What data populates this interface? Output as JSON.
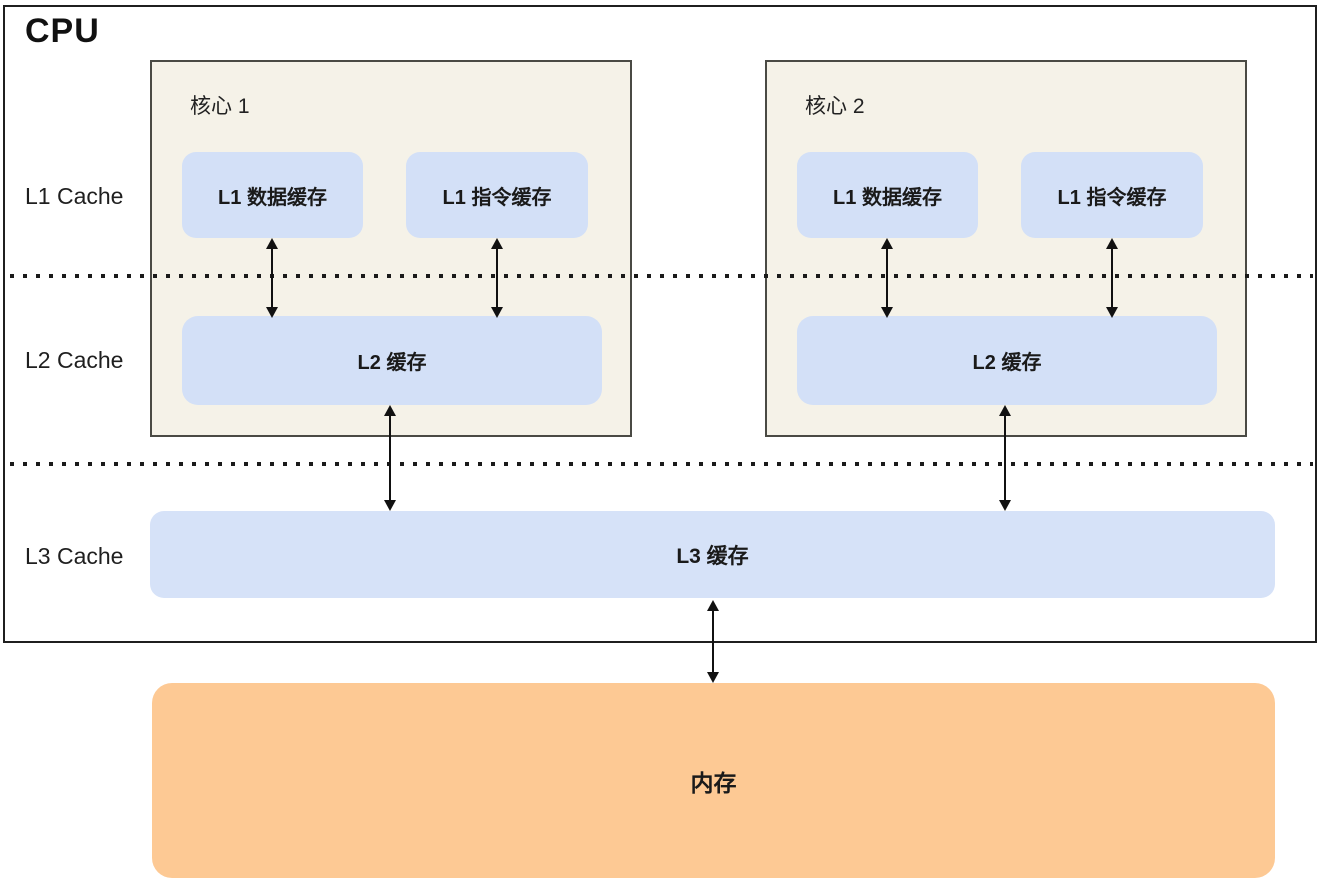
{
  "cpu": {
    "title": "CPU",
    "row_labels": {
      "l1": "L1 Cache",
      "l2": "L2 Cache",
      "l3": "L3 Cache"
    },
    "cores": [
      {
        "name": "核心 1",
        "l1_data": "L1 数据缓存",
        "l1_instruction": "L1 指令缓存",
        "l2": "L2 缓存"
      },
      {
        "name": "核心 2",
        "l1_data": "L1 数据缓存",
        "l1_instruction": "L1 指令缓存",
        "l2": "L2 缓存"
      }
    ],
    "l3_label": "L3 缓存"
  },
  "memory": {
    "label": "内存"
  },
  "colors": {
    "core_background": "#f5f2e8",
    "cache_fill": "#d3e0f7",
    "l3_fill": "#d6e2f8",
    "memory_fill": "#fdc994",
    "line": "#111111",
    "cpu_border": "#1f1f1f"
  }
}
